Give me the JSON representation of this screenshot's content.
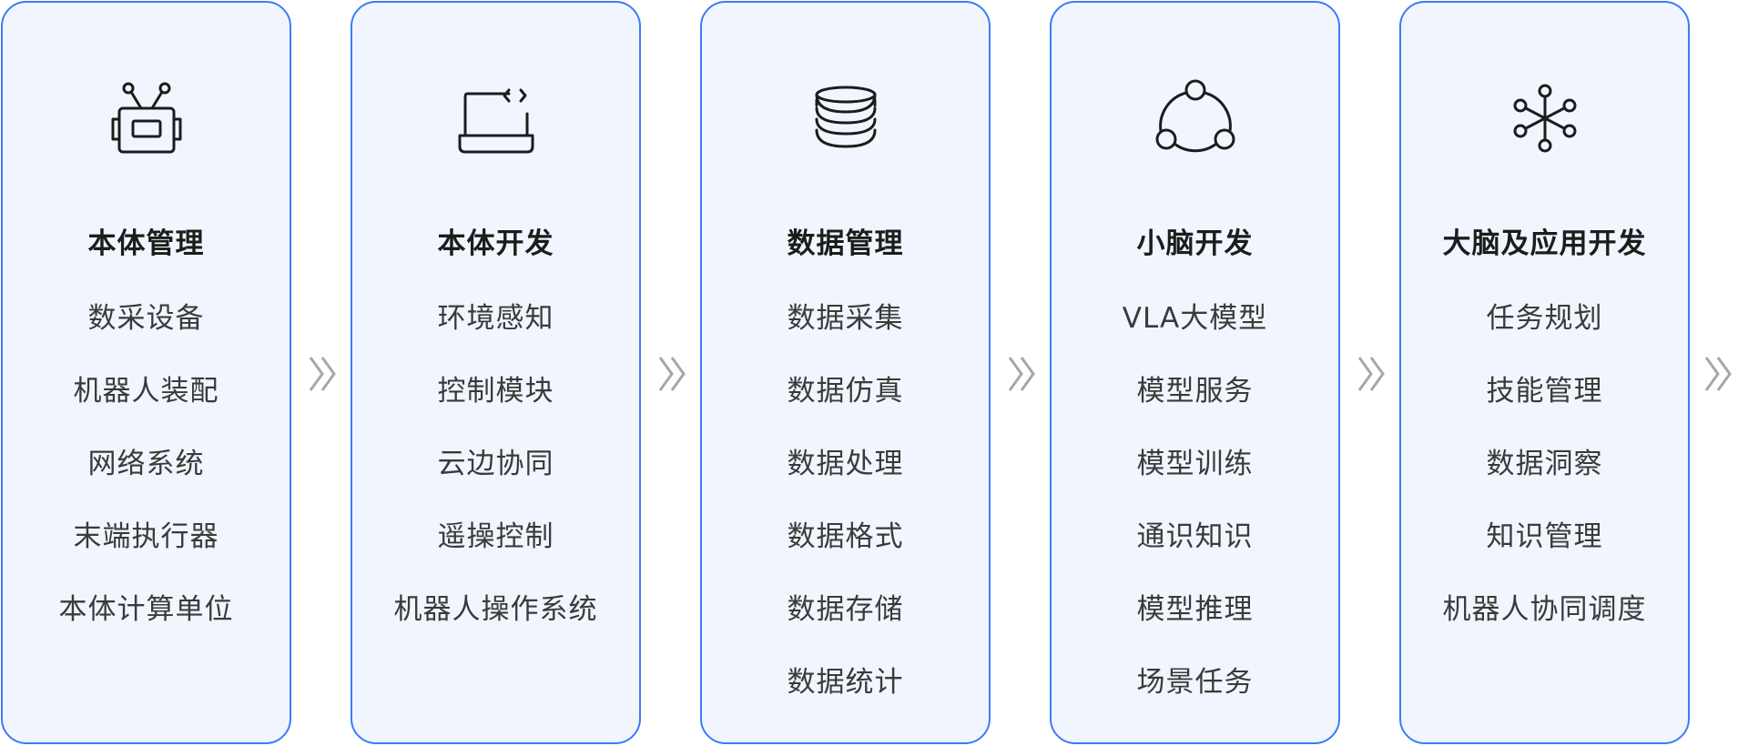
{
  "accent_color": "#3b7cf6",
  "card_background": "#f1f6fe",
  "chevron_color": "#a7a7a7",
  "columns": [
    {
      "icon": "robot-icon",
      "title": "本体管理",
      "items": [
        "数采设备",
        "机器人装配",
        "网络系统",
        "末端执行器",
        "本体计算单位"
      ]
    },
    {
      "icon": "laptop-code-icon",
      "title": "本体开发",
      "items": [
        "环境感知",
        "控制模块",
        "云边协同",
        "遥操控制",
        "机器人操作系统"
      ]
    },
    {
      "icon": "database-icon",
      "title": "数据管理",
      "items": [
        "数据采集",
        "数据仿真",
        "数据处理",
        "数据格式",
        "数据存储",
        "数据统计"
      ]
    },
    {
      "icon": "network-triangle-icon",
      "title": "小脑开发",
      "items": [
        "VLA大模型",
        "模型服务",
        "模型训练",
        "通识知识",
        "模型推理",
        "场景任务"
      ]
    },
    {
      "icon": "molecule-icon",
      "title": "大脑及应用开发",
      "items": [
        "任务规划",
        "技能管理",
        "数据洞察",
        "知识管理",
        "机器人协同调度"
      ]
    }
  ]
}
